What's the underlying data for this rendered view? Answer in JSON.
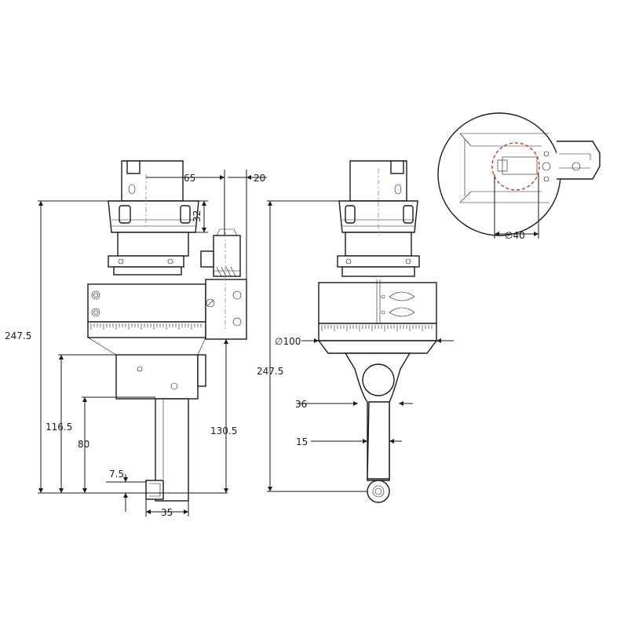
{
  "dimensions": {
    "width_65": "65",
    "width_20": "20",
    "height_32": "32",
    "total_height_left": "247.5",
    "height_116_5": "116.5",
    "height_80": "80",
    "height_130_5": "130.5",
    "offset_7_5": "7.5",
    "width_35": "35",
    "diameter_100": "∅100",
    "total_height_right": "247.5",
    "width_36": "36",
    "width_15": "15",
    "diameter_40": "∅40"
  },
  "colors": {
    "line": "#1a1a1a",
    "center_line": "#7aa0c8",
    "detail_highlight": "#d02020"
  }
}
